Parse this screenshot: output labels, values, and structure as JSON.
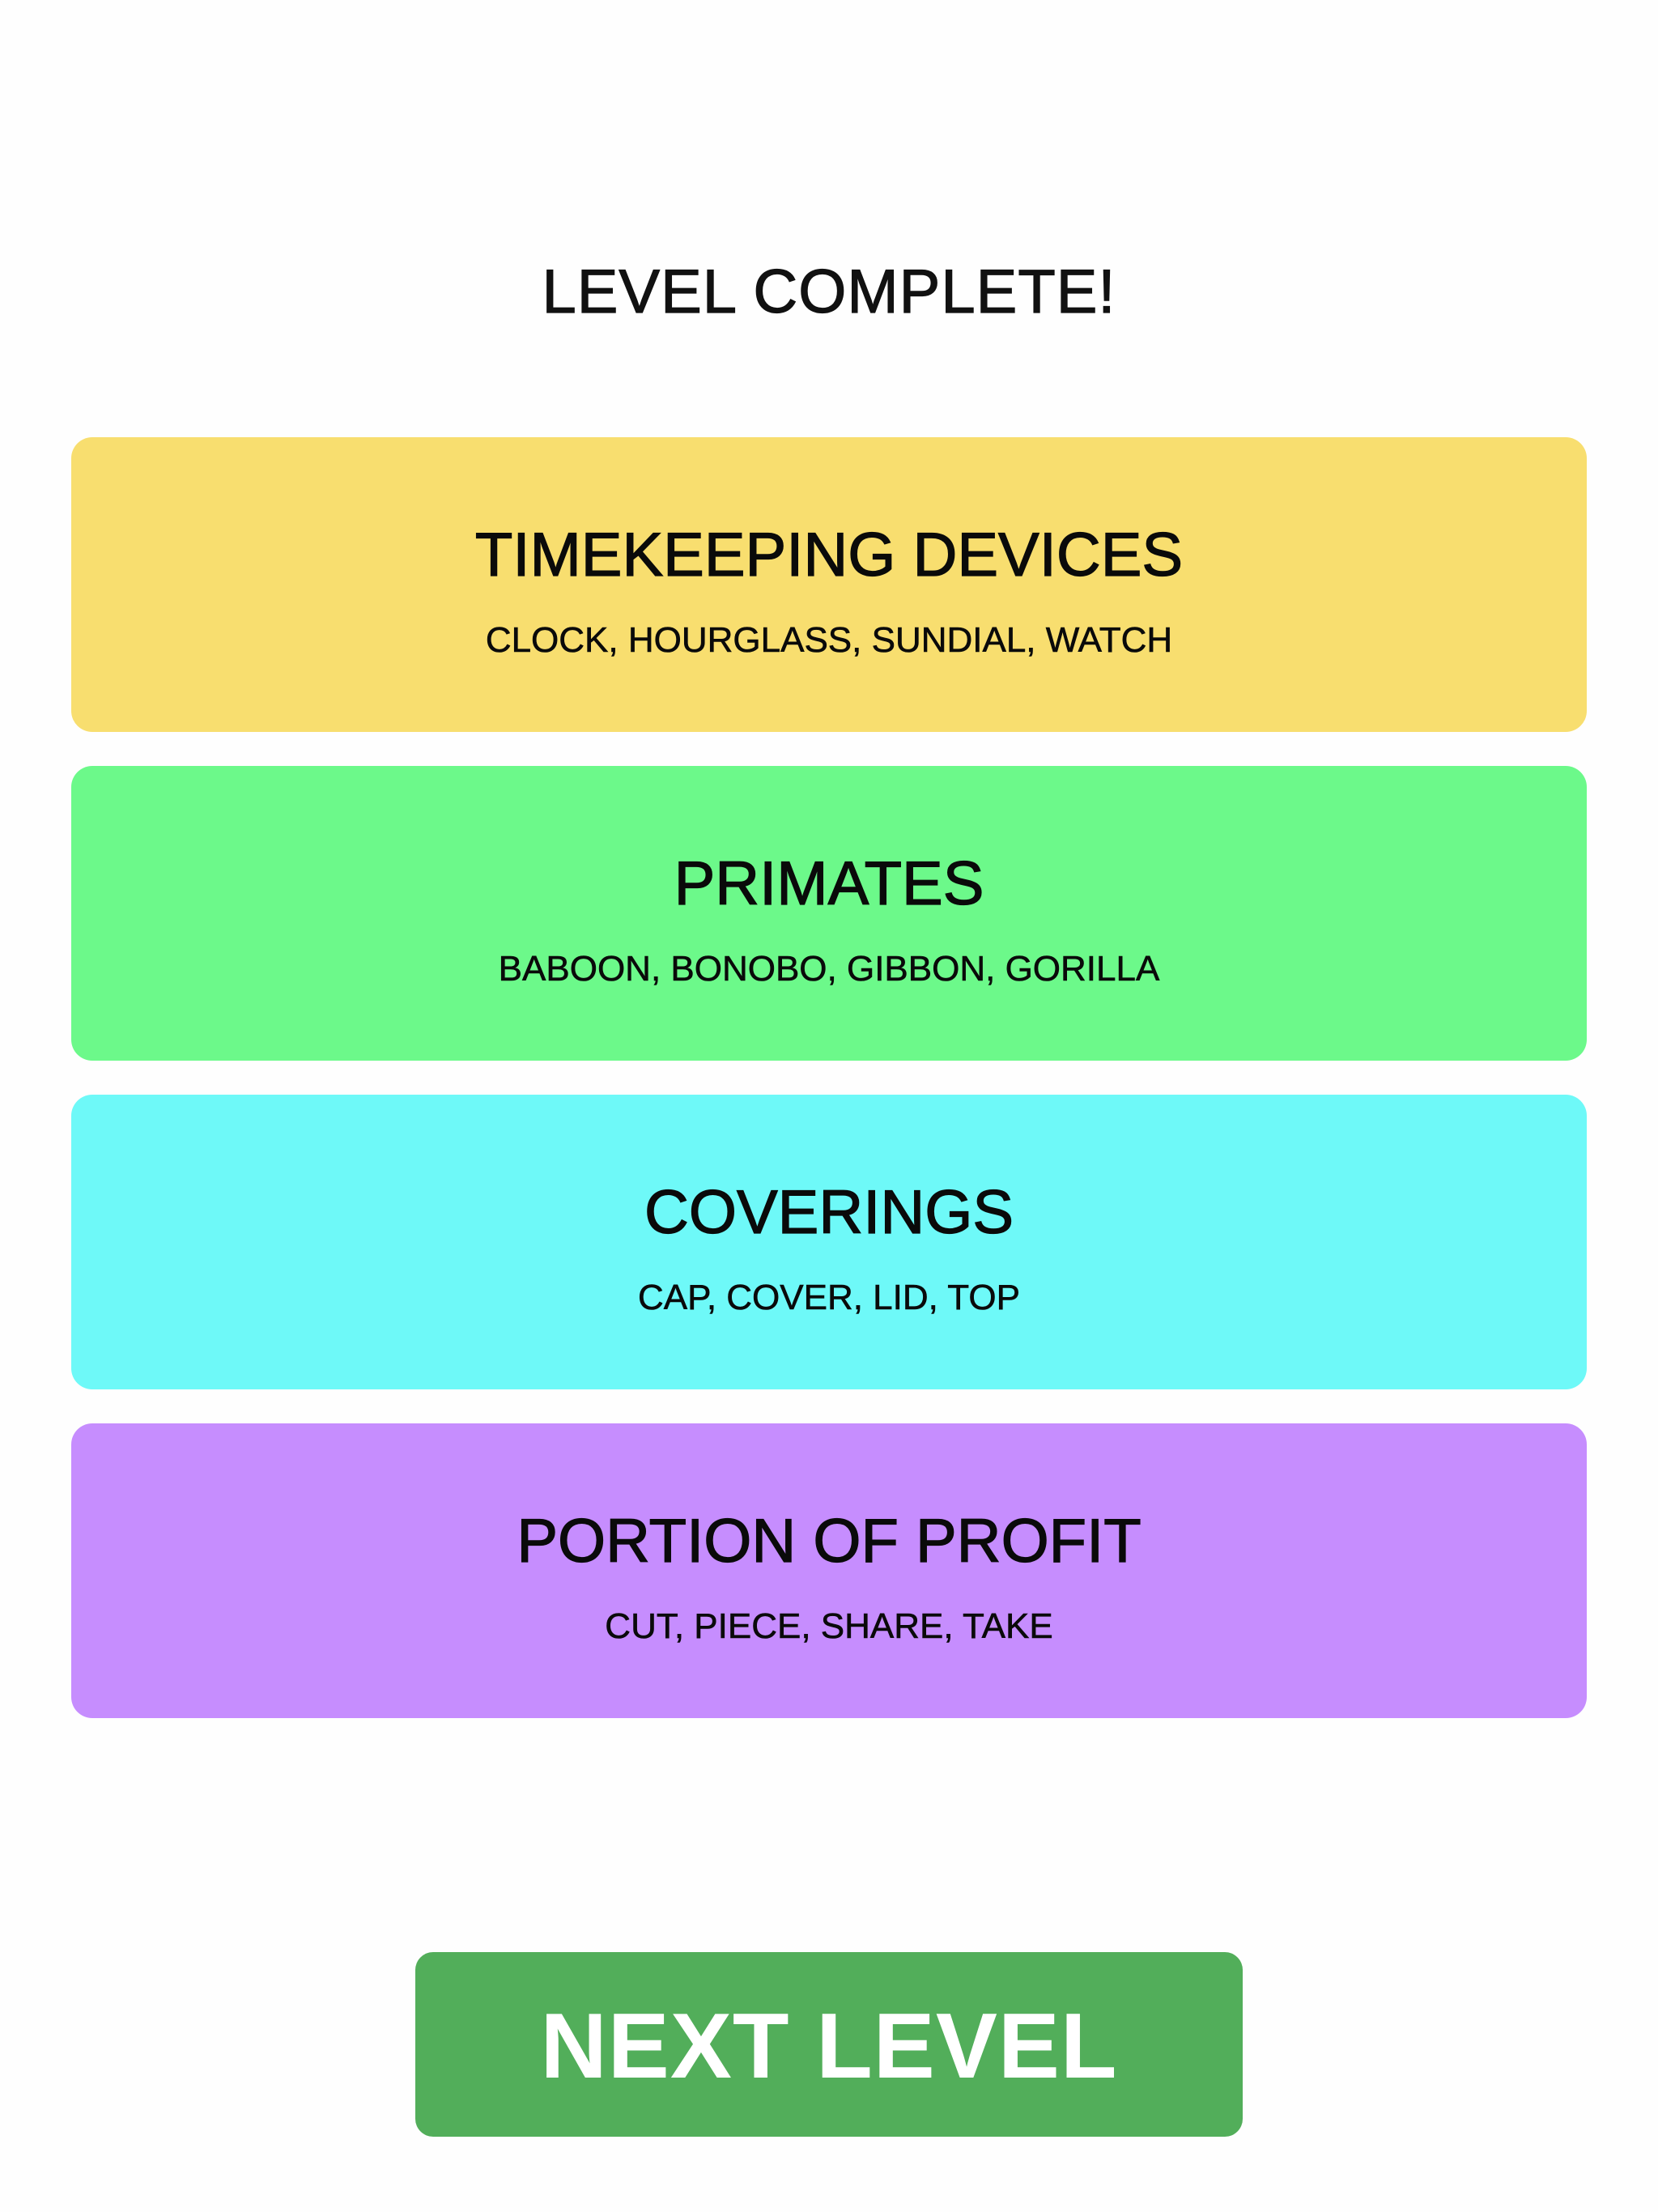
{
  "header": {
    "title": "LEVEL COMPLETE!"
  },
  "groups": [
    {
      "category": "TIMEKEEPING DEVICES",
      "members": "CLOCK, HOURGLASS, SUNDIAL, WATCH",
      "color": "#F8DE6F"
    },
    {
      "category": "PRIMATES",
      "members": "BABOON, BONOBO, GIBBON, GORILLA",
      "color": "#6CF98A"
    },
    {
      "category": "COVERINGS",
      "members": "CAP, COVER, LID, TOP",
      "color": "#6EF9F8"
    },
    {
      "category": "PORTION OF PROFIT",
      "members": "CUT, PIECE, SHARE, TAKE",
      "color": "#C68DFE"
    }
  ],
  "actions": {
    "next_level_label": "NEXT LEVEL",
    "next_level_color": "#52AE5A"
  }
}
